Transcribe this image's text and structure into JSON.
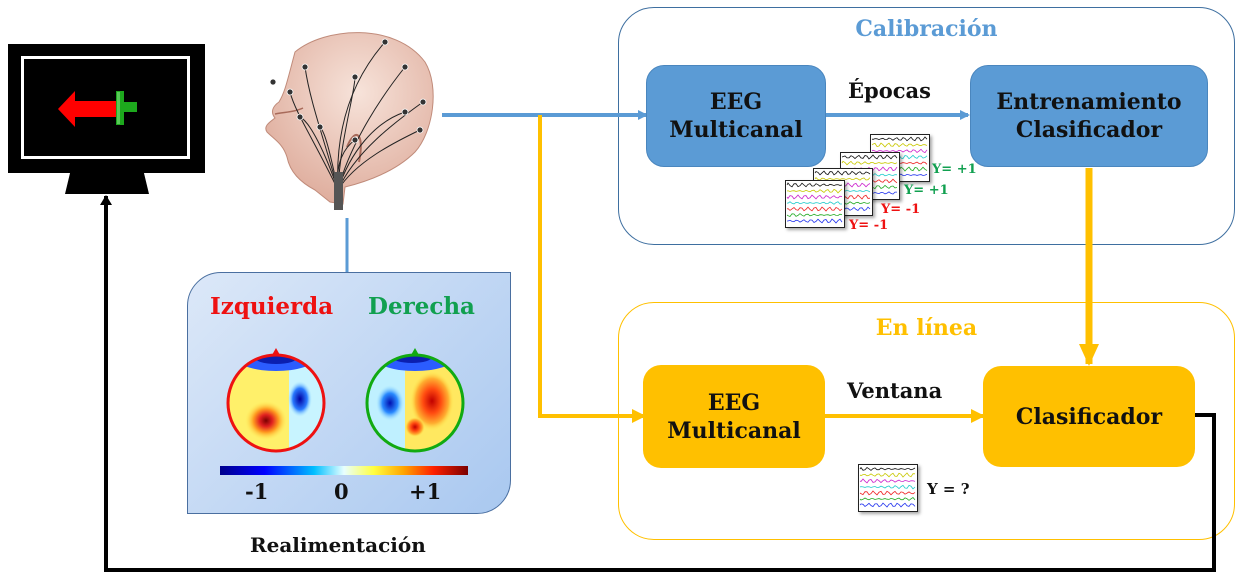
{
  "monitor": {
    "arrow_color": "#ff0000",
    "cross_color": "#22b022"
  },
  "head": {
    "icon": "eeg-cap-head"
  },
  "topomap_panel": {
    "left_label": "Izquierda",
    "right_label": "Derecha",
    "left_color": "#ee1111",
    "right_color": "#11a050",
    "colorbar": {
      "min_label": "-1",
      "mid_label": "0",
      "max_label": "+1"
    }
  },
  "feedback_label": "Realimentación",
  "calibration": {
    "title": "Calibración",
    "title_color": "#5b9bd5",
    "box_left": {
      "line1": "EEG",
      "line2": "Multicanal"
    },
    "arrow_label": "Épocas",
    "box_right": {
      "line1": "Entrenamiento",
      "line2": "Clasificador"
    },
    "epochs": [
      {
        "label": "Y= +1",
        "color": "#11a050"
      },
      {
        "label": "Y= +1",
        "color": "#11a050"
      },
      {
        "label": "Y= -1",
        "color": "#ee1111"
      },
      {
        "label": "Y= -1",
        "color": "#ee1111"
      }
    ]
  },
  "online": {
    "title": "En línea",
    "title_color": "#ffc000",
    "box_left": {
      "line1": "EEG",
      "line2": "Multicanal"
    },
    "arrow_label": "Ventana",
    "box_right": {
      "line1": "Clasificador"
    },
    "window_label": "Y = ?"
  },
  "colors": {
    "blue": "#5b9bd5",
    "yellow": "#ffc000",
    "black": "#000000"
  }
}
